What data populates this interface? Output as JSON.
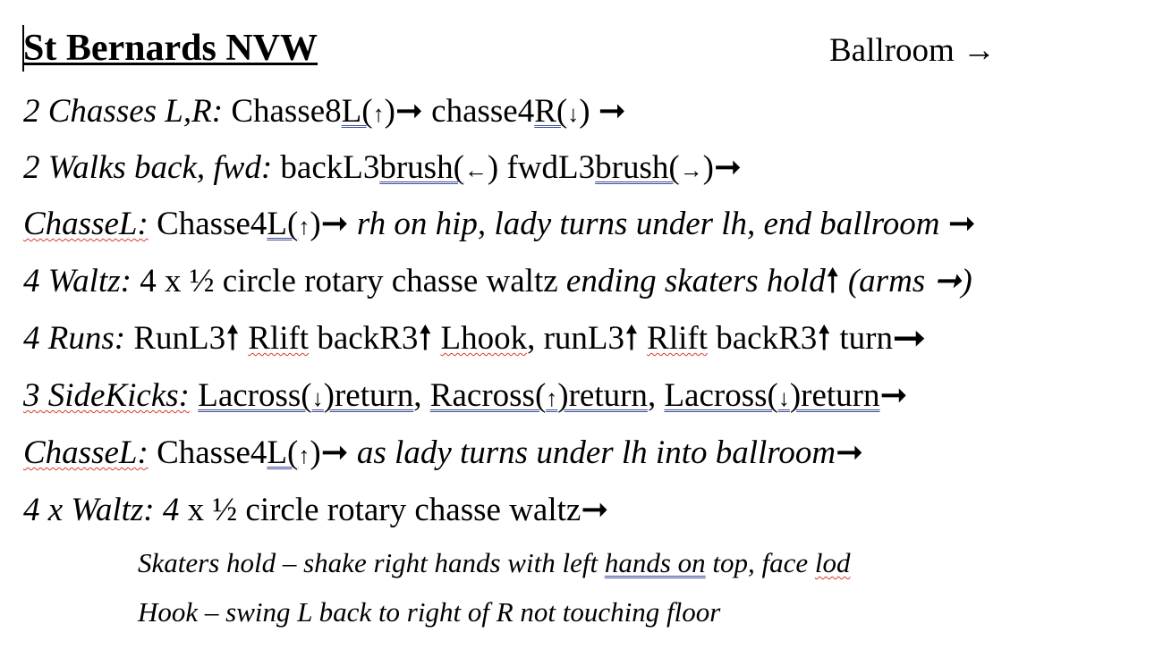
{
  "title": "St Bernards NVW",
  "direction": "Ballroom →",
  "lines": [
    {
      "label": "2 Chasses L,R:",
      "p1": " Chasse8",
      "p2": "L(",
      "p3": "↑",
      "p4": ")➞ chasse4",
      "p5": "R(",
      "p6": "↓",
      "p7": ") ➞"
    },
    {
      "label": "2 Walks back, fwd:",
      "p1": " backL3",
      "p2": "brush(",
      "p3": "←",
      "p4": ") fwdL3",
      "p5": "brush(",
      "p6": "→",
      "p7": ")➞"
    },
    {
      "label": "ChasseL:",
      "p1": " Chasse4",
      "p2": "L(",
      "p3": "↑",
      "p4": ")➞ ",
      "p5": "rh on hip, lady turns under lh, end ballroom",
      "p6": " ➞"
    },
    {
      "label": "4 Waltz:",
      "p1": " 4 x ½ circle rotary chasse waltz ",
      "p2": "ending skaters hold",
      "p3": "🠕",
      "p4": " (arms ➞)"
    },
    {
      "label": "4 Runs:",
      "p1": " RunL3🠕 ",
      "p2": "Rlift",
      "p3": " backR3🠕 ",
      "p4": "Lhook",
      "p5": ", runL3🠕 ",
      "p6": "Rlift",
      "p7": " backR3🠕 turn➞"
    },
    {
      "label": "3 SideKicks:",
      "p1": " ",
      "p2": "Lacross(",
      "p3": "↓",
      "p4": ")return",
      "p5": ", ",
      "p6": "Racross(",
      "p7": "↑",
      "p8": ")return",
      "p9": ", ",
      "p10": "Lacross(",
      "p11": "↓",
      "p12": ")return",
      "p13": "➞"
    },
    {
      "label": "ChasseL:",
      "p1": " Chasse4",
      "p2": "L(",
      "p3": "↑",
      "p4": ")➞ ",
      "p5": "as lady turns under lh into ballroom",
      "p6": "➞"
    },
    {
      "label": "4 x Waltz:",
      "p1": " 4",
      "p2": " x ½ circle rotary chasse waltz➞"
    }
  ],
  "notes": [
    {
      "p1": "Skaters hold – shake right hands with left ",
      "p2": "hands on",
      "p3": " top, face ",
      "p4": "lod"
    },
    {
      "p1": "Hook – swing L back to right of R not touching floor"
    }
  ]
}
